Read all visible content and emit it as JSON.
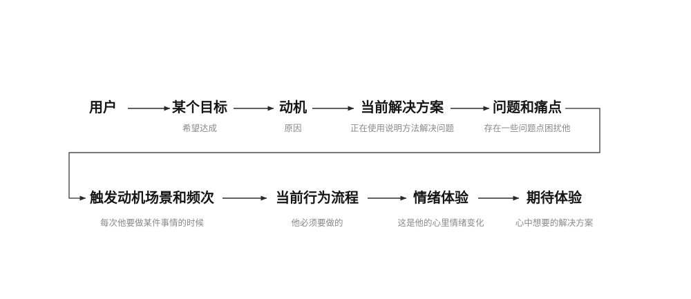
{
  "colors": {
    "background": "#ffffff",
    "line": "#2b2b2b",
    "title": "#151515",
    "subtitle": "#8a8a8a"
  },
  "flow": {
    "row1": [
      {
        "title": "用户",
        "subtitle": ""
      },
      {
        "title": "某个目标",
        "subtitle": "希望达成"
      },
      {
        "title": "动机",
        "subtitle": "原因"
      },
      {
        "title": "当前解决方案",
        "subtitle": "正在使用说明方法解决问题"
      },
      {
        "title": "问题和痛点",
        "subtitle": "存在一些问题点困扰他"
      }
    ],
    "row2": [
      {
        "title": "触发动机场景和频次",
        "subtitle": "每次他要做某件事情的时候"
      },
      {
        "title": "当前行为流程",
        "subtitle": "他必须要做的"
      },
      {
        "title": "情绪体验",
        "subtitle": "这是他的心里情绪变化"
      },
      {
        "title": "期待体验",
        "subtitle": "心中想要的解决方案"
      }
    ]
  }
}
